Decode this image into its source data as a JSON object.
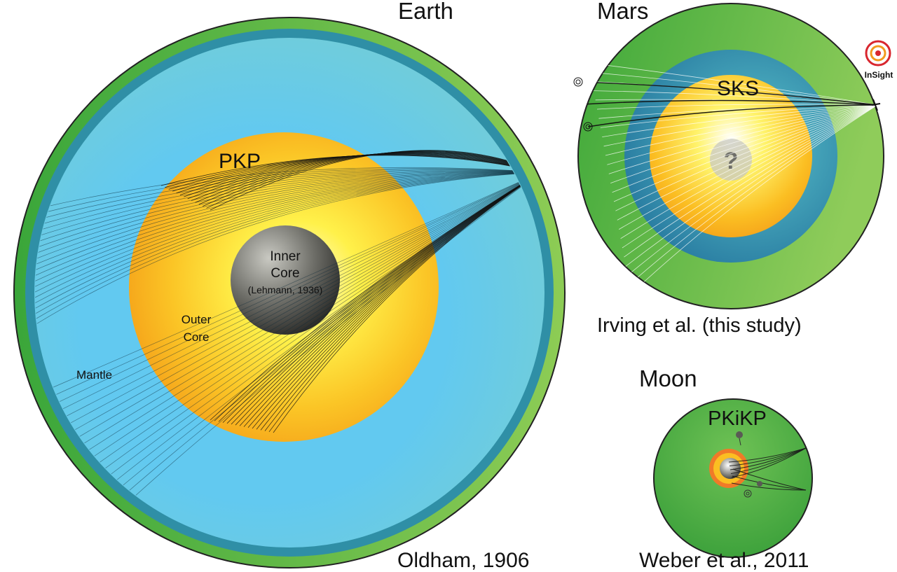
{
  "panels": {
    "earth": {
      "title": "Earth",
      "phase": "PKP",
      "inner_core_line1": "Inner",
      "inner_core_line2": "Core",
      "inner_core_ref": "(Lehmann, 1936)",
      "outer_core_line1": "Outer",
      "outer_core_line2": "Core",
      "mantle": "Mantle",
      "citation": "Oldham, 1906"
    },
    "mars": {
      "title": "Mars",
      "phase": "SKS",
      "unknown_mark": "?",
      "lander_logo": "InSight",
      "citation": "Irving et al. (this study)"
    },
    "moon": {
      "title": "Moon",
      "phase": "PKiKP",
      "citation": "Weber et al., 2011"
    }
  },
  "colors": {
    "crust_green": "#4db848",
    "mantle_blue": "#63c9ef",
    "mantle_band": "#2f8fa5",
    "outer_core": "#f8ad1c",
    "outer_core_glow": "#fff24a",
    "inner_core": "#6b6b64",
    "mars_mantle": "#3aa0a0",
    "moon_green": "#5bb848",
    "insight_red": "#d8262e"
  },
  "icons": [
    "earthquake-source-icon",
    "seismometer-icon",
    "insight-logo-icon"
  ]
}
